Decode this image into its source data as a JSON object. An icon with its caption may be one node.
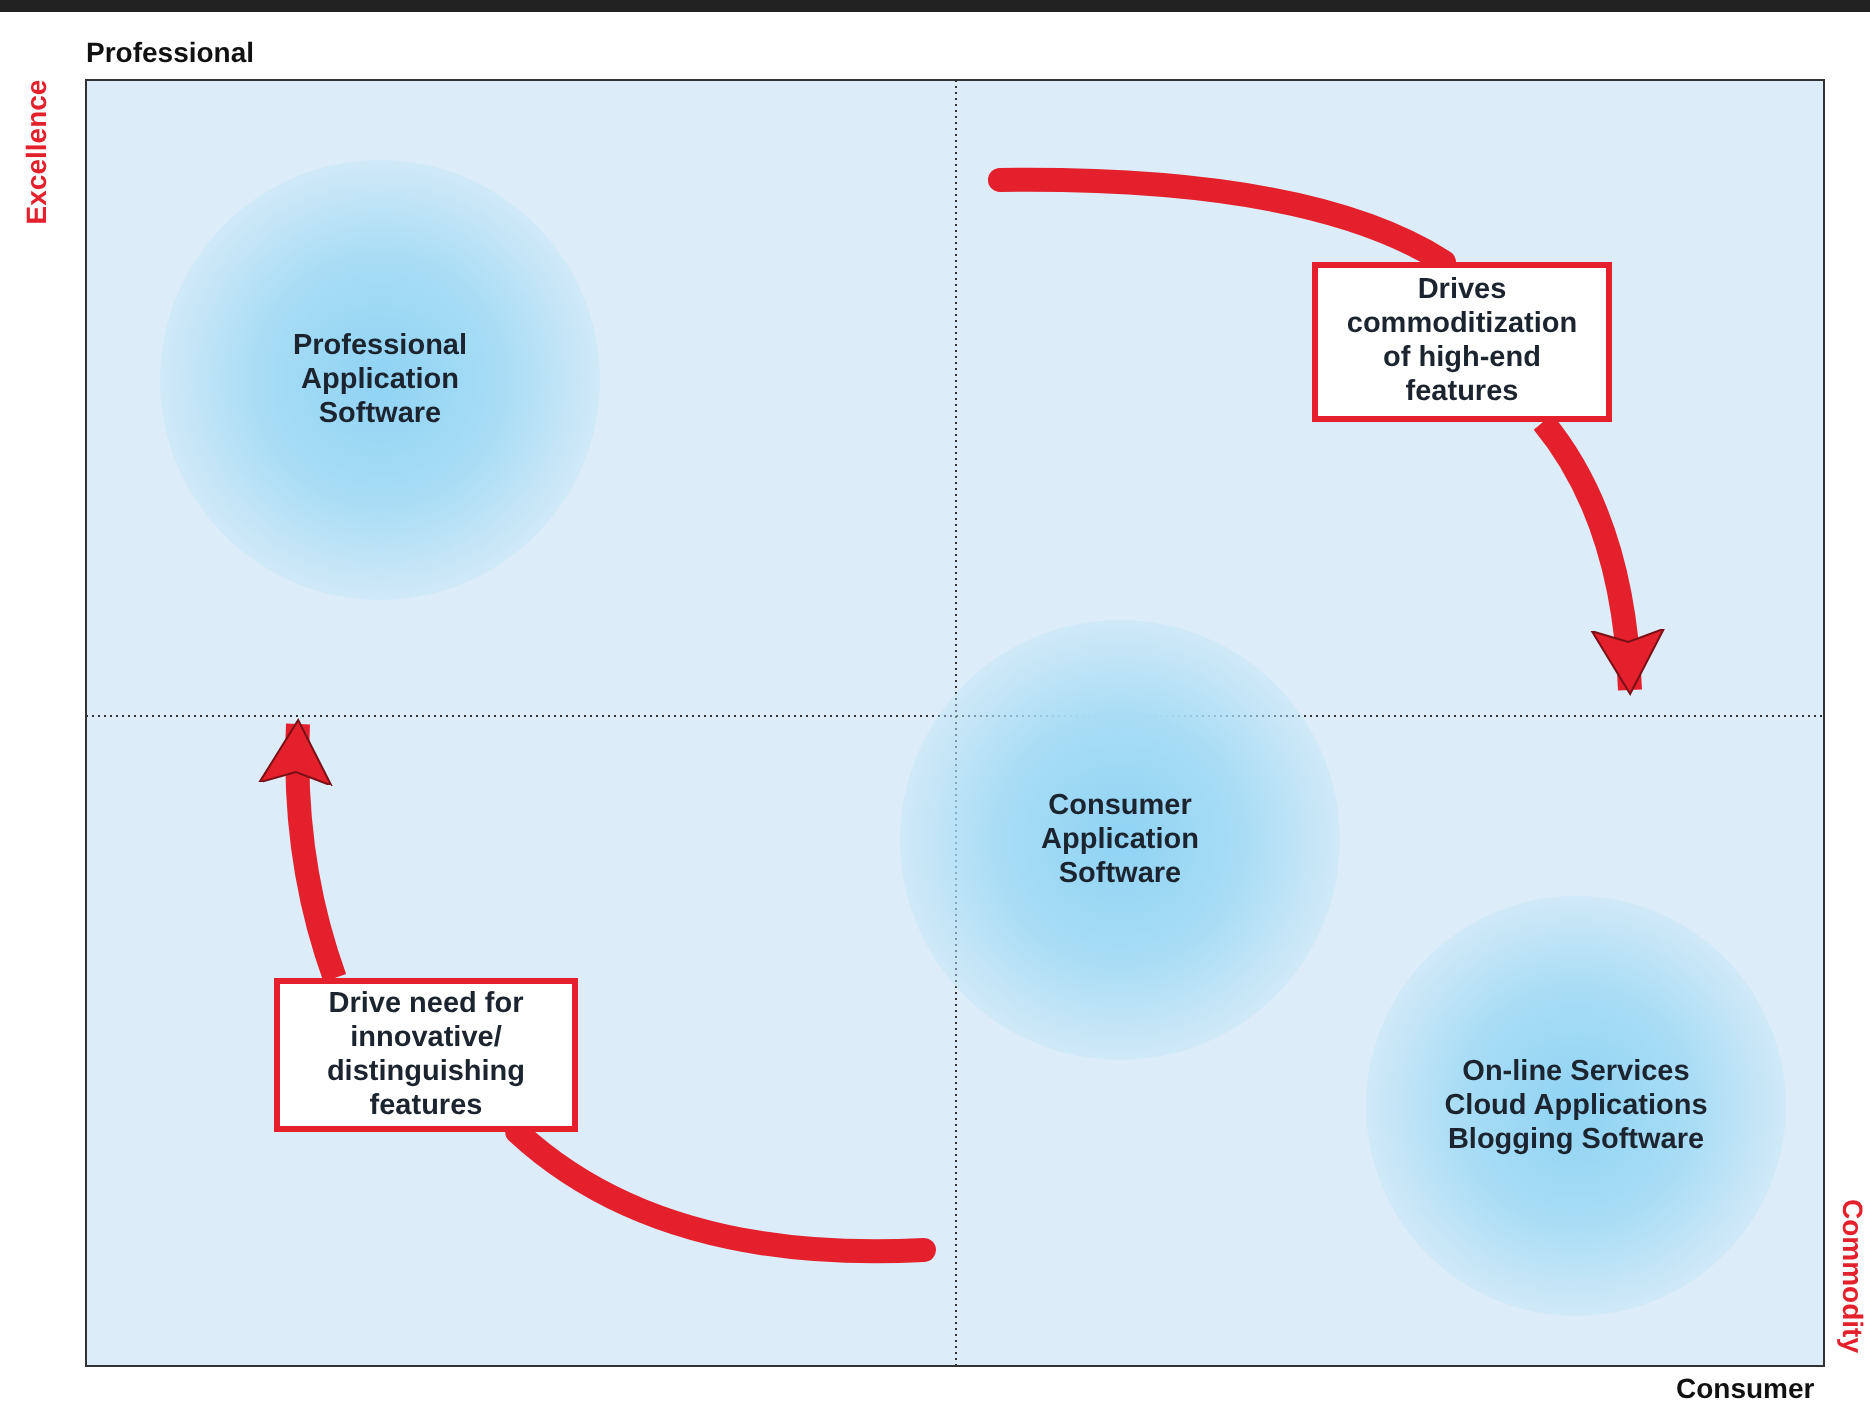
{
  "diagram": {
    "nodes": [
      {
        "text": [
          "Professional Application Software"
        ]
      },
      {
        "text": [
          "Drives commoditization of high-end features"
        ]
      },
      {
        "text": [
          "Consumer Application Software"
        ]
      },
      {
        "text": [
          "Drive need for innovative/ distinguishing features"
        ]
      },
      {
        "text": [
          "On-line Services",
          "Cloud Applications",
          "Blogging Software"
        ]
      }
    ],
    "edges": [
      {
        "from": null,
        "to": 1,
        "arrow": "none"
      },
      {
        "from": 1,
        "to": null,
        "arrow": "to"
      },
      {
        "from": null,
        "to": 3,
        "arrow": "none"
      },
      {
        "from": 3,
        "to": null,
        "arrow": "to"
      }
    ],
    "labels": [
      "Professional",
      "Excellence",
      "Commodity",
      "Consumer"
    ]
  }
}
